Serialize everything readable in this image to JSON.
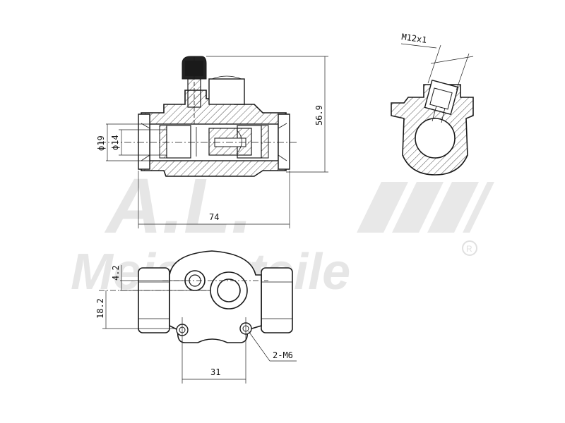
{
  "watermark": {
    "logo_letters": "A.L.",
    "brand": "Meisterteile",
    "registered_mark": "R"
  },
  "dimensions": {
    "bore_outer": "ϕ19",
    "bore_inner": "ϕ14",
    "height": "56.9",
    "length": "74",
    "thread": "M12x1",
    "offset_small": "4.2",
    "offset_large": "18.2",
    "mount_spacing": "31",
    "mount_holes": "2-M6"
  },
  "colors": {
    "line": "#1a1a1a",
    "watermark": "#e6e6e6"
  }
}
